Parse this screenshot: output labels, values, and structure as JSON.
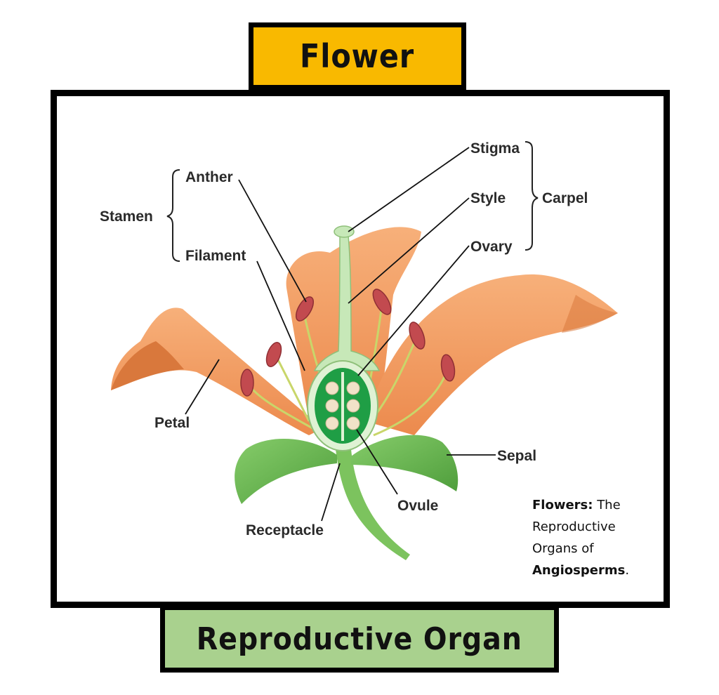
{
  "header": {
    "title": "Flower"
  },
  "footer": {
    "title": "Reproductive Organ"
  },
  "labels": {
    "stigma": "Stigma",
    "style": "Style",
    "ovary": "Ovary",
    "carpel": "Carpel",
    "anther": "Anther",
    "filament": "Filament",
    "stamen": "Stamen",
    "petal": "Petal",
    "sepal": "Sepal",
    "ovule": "Ovule",
    "receptacle": "Receptacle"
  },
  "caption": {
    "lead": "Flowers:",
    "text1": " The Reproductive Organs of ",
    "emphasis": "Angiosperms",
    "end": "."
  },
  "colors": {
    "title_bg": "#f9b900",
    "footer_bg": "#a9d18e",
    "petal": "#f2a06a",
    "petal_dark": "#d9783c",
    "sepal": "#6dbb55",
    "ovary": "#1f9e45",
    "anther": "#c24a4f"
  }
}
